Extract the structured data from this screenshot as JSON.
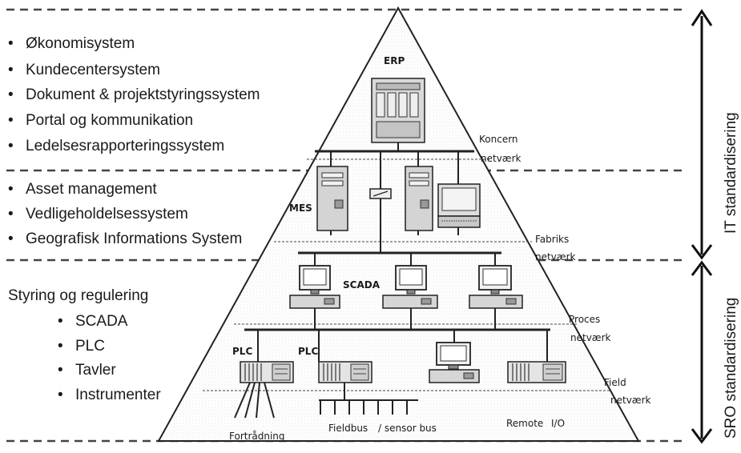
{
  "it_section": {
    "items": [
      "Økonomisystem",
      "Kundecentersystem",
      "Dokument & projektstyringssystem",
      "Portal og kommunikation",
      "Ledelsesrapporteringssystem"
    ]
  },
  "mes_section": {
    "items": [
      "Asset management",
      "Vedligeholdelsessystem",
      "Geografisk Informations System"
    ]
  },
  "sro_section": {
    "heading": "Styring og regulering",
    "items": [
      "SCADA",
      "PLC",
      "Tavler",
      "Instrumenter"
    ]
  },
  "right_labels": {
    "it": "IT standardisering",
    "sro": "SRO standardisering"
  },
  "pyramid": {
    "erp": "ERP",
    "mes": "MES",
    "scada": "SCADA",
    "plc_left": "PLC",
    "plc_right": "PLC",
    "koncern": "Koncern",
    "fabriks": "Fabriks",
    "proces": "Proces",
    "field": "Field",
    "netvaerk": "netværk",
    "fortradning": "Fortrådning",
    "fieldbus": "Fieldbus",
    "sensorbus": "/ sensor bus",
    "remote": "Remote",
    "remote_io": "I/O"
  },
  "bullet_glyph": "•"
}
